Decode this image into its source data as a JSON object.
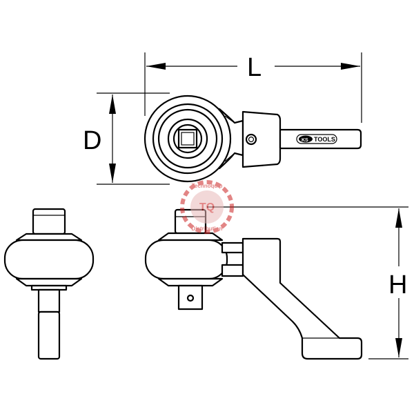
{
  "dimensions": {
    "length_label": "L",
    "diameter_label": "D",
    "height_label": "H"
  },
  "brand": {
    "logo_text": "KS",
    "tools_text": "TOOLS"
  },
  "watermark": {
    "top_text": "Technoquip",
    "bottom_text": "Distribution"
  },
  "colors": {
    "line": "#000000",
    "background": "#ffffff",
    "watermark": "#cc2222"
  }
}
